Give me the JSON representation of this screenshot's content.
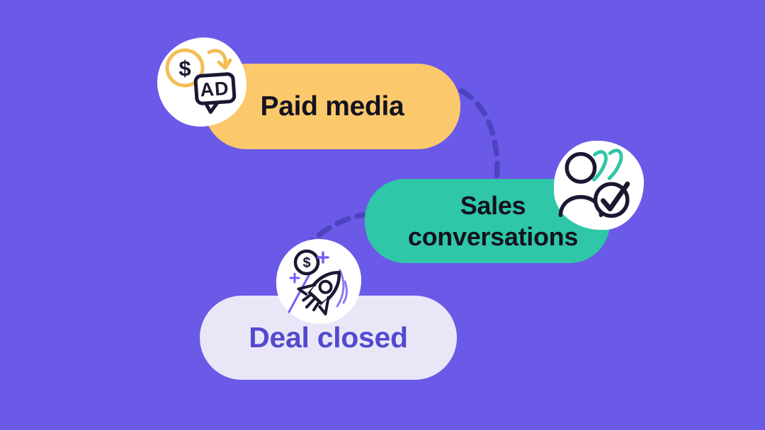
{
  "diagram": {
    "nodes": [
      {
        "id": "paid-media",
        "label": "Paid media",
        "icon": "dollar-ad-icon",
        "pill_color": "#FBC96B",
        "text_color": "#14121F"
      },
      {
        "id": "sales-conversations",
        "line1": "Sales",
        "line2": "conversations",
        "icon": "person-quotes-check-icon",
        "pill_color": "#2FC7A8",
        "text_color": "#14121F"
      },
      {
        "id": "deal-closed",
        "label": "Deal closed",
        "icon": "rocket-dollar-icon",
        "pill_color": "#E9E7F7",
        "text_color": "#5449CE"
      }
    ],
    "connectors": [
      {
        "from": "paid-media",
        "to": "sales-conversations",
        "style": "dashed"
      },
      {
        "from": "sales-conversations",
        "to": "deal-closed",
        "style": "dashed"
      }
    ]
  },
  "glyphs": {
    "dollar": "$",
    "ad": "AD"
  },
  "colors": {
    "bg": "#6B59E8",
    "pill-yellow": "#FBC96B",
    "pill-teal": "#2FC7A8",
    "pill-lavender": "#E9E7F7",
    "text-dark": "#14121F",
    "text-purple": "#5449CE",
    "dash": "#4B44BE",
    "icon-dark": "#1A1831",
    "icon-yellow": "#F2BE55",
    "icon-teal": "#2FC7A8",
    "icon-purple": "#7A5CF5",
    "icon-purple-light": "#8B7BF0",
    "white": "#FFFFFF"
  }
}
